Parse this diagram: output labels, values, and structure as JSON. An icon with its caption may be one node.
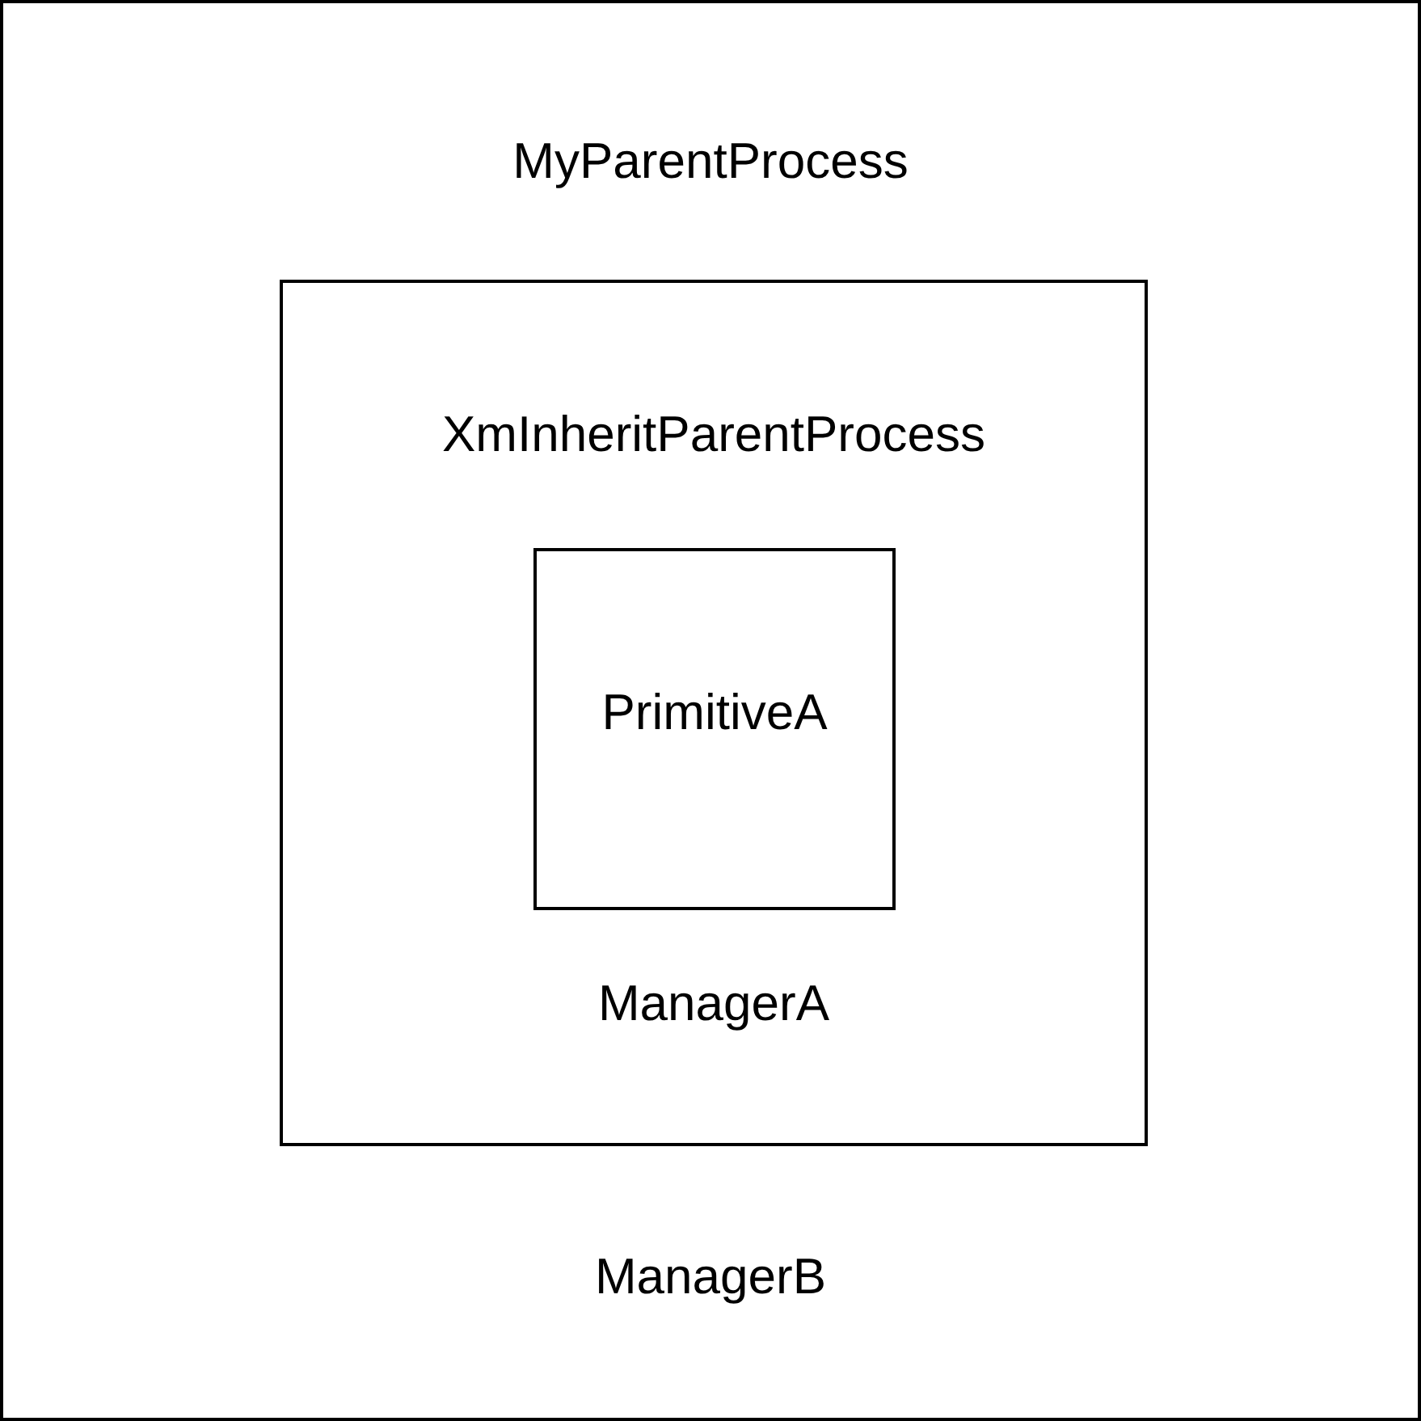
{
  "diagram": {
    "nodes": [
      {
        "text": [
          "MyParentProcess",
          "ManagerB"
        ]
      },
      {
        "text": [
          "XmInheritParentProcess",
          "ManagerA"
        ],
        "in": 0
      },
      {
        "text": [
          "PrimitiveA"
        ],
        "in": 1
      }
    ]
  }
}
